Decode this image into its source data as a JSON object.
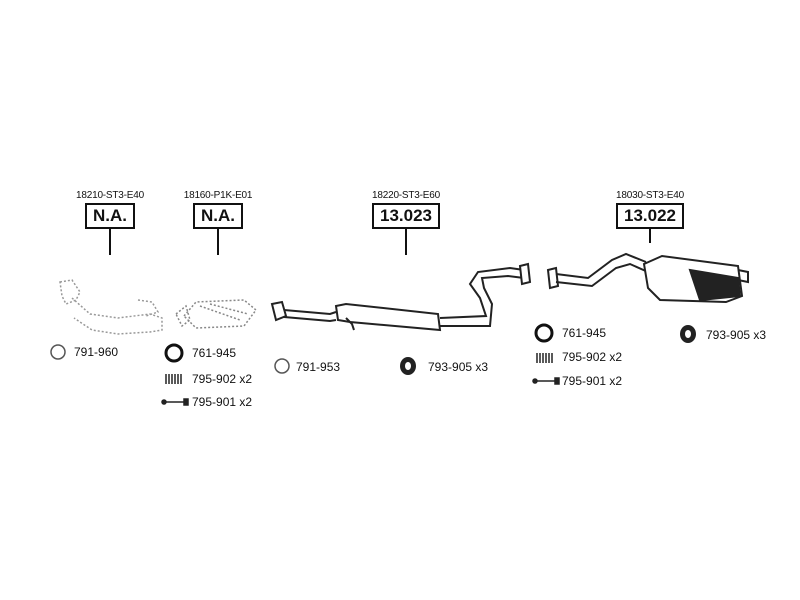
{
  "parts": [
    {
      "code": "18210-ST3-E40",
      "value": "N.A."
    },
    {
      "code": "18160-P1K-E01",
      "value": "N.A."
    },
    {
      "code": "18220-ST3-E60",
      "value": "13.023"
    },
    {
      "code": "18030-ST3-E40",
      "value": "13.022"
    }
  ],
  "hardware": {
    "g1": [
      "791-960"
    ],
    "g2": [
      "761-945",
      "795-902 x2",
      "795-901 x2"
    ],
    "g3": [
      "791-953"
    ],
    "g4": [
      "793-905 x3"
    ],
    "g5": [
      "761-945",
      "795-902 x2",
      "795-901 x2"
    ],
    "g6": [
      "793-905 x3"
    ]
  }
}
